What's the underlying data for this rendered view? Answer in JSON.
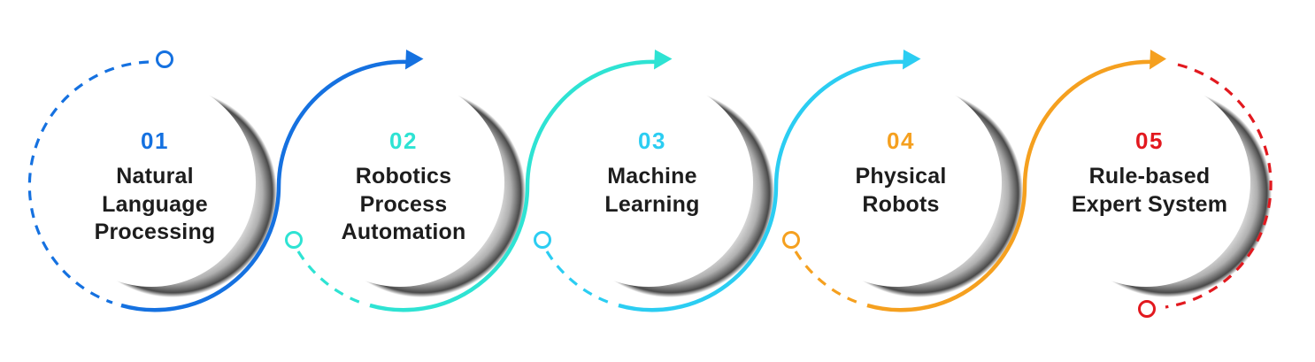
{
  "background_color": "#ffffff",
  "text_color": "#1d1d1d",
  "icons": {
    "start_marker": "ring-circle",
    "flow_arrow": "triangle-right"
  },
  "items": [
    {
      "number": "01",
      "label": "Natural\nLanguage\nProcessing",
      "color": "#1571E0"
    },
    {
      "number": "02",
      "label": "Robotics\nProcess\nAutomation",
      "color": "#2EE3D3"
    },
    {
      "number": "03",
      "label": "Machine\nLearning",
      "color": "#2BCDF2"
    },
    {
      "number": "04",
      "label": "Physical\nRobots",
      "color": "#F5A01F"
    },
    {
      "number": "05",
      "label": "Rule-based\nExpert System",
      "color": "#E2191F"
    }
  ]
}
